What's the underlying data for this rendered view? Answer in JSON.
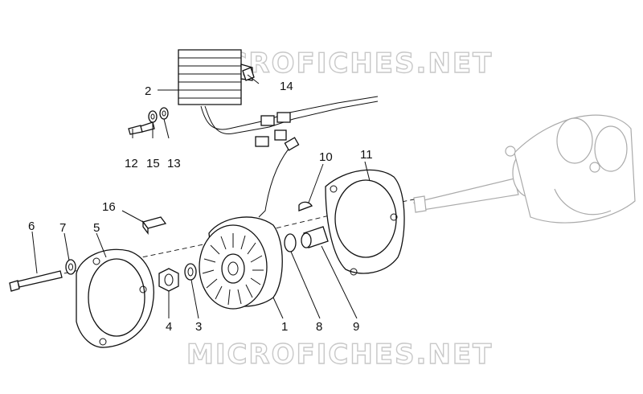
{
  "watermark_text": "MICROFICHES.NET",
  "callouts": [
    {
      "id": "1",
      "label": "1"
    },
    {
      "id": "2",
      "label": "2"
    },
    {
      "id": "3",
      "label": "3"
    },
    {
      "id": "4",
      "label": "4"
    },
    {
      "id": "5",
      "label": "5"
    },
    {
      "id": "6",
      "label": "6"
    },
    {
      "id": "7",
      "label": "7"
    },
    {
      "id": "8",
      "label": "8"
    },
    {
      "id": "9",
      "label": "9"
    },
    {
      "id": "10",
      "label": "10"
    },
    {
      "id": "11",
      "label": "11"
    },
    {
      "id": "12",
      "label": "12"
    },
    {
      "id": "13",
      "label": "13"
    },
    {
      "id": "14",
      "label": "14"
    },
    {
      "id": "15",
      "label": "15"
    },
    {
      "id": "16",
      "label": "16"
    }
  ]
}
